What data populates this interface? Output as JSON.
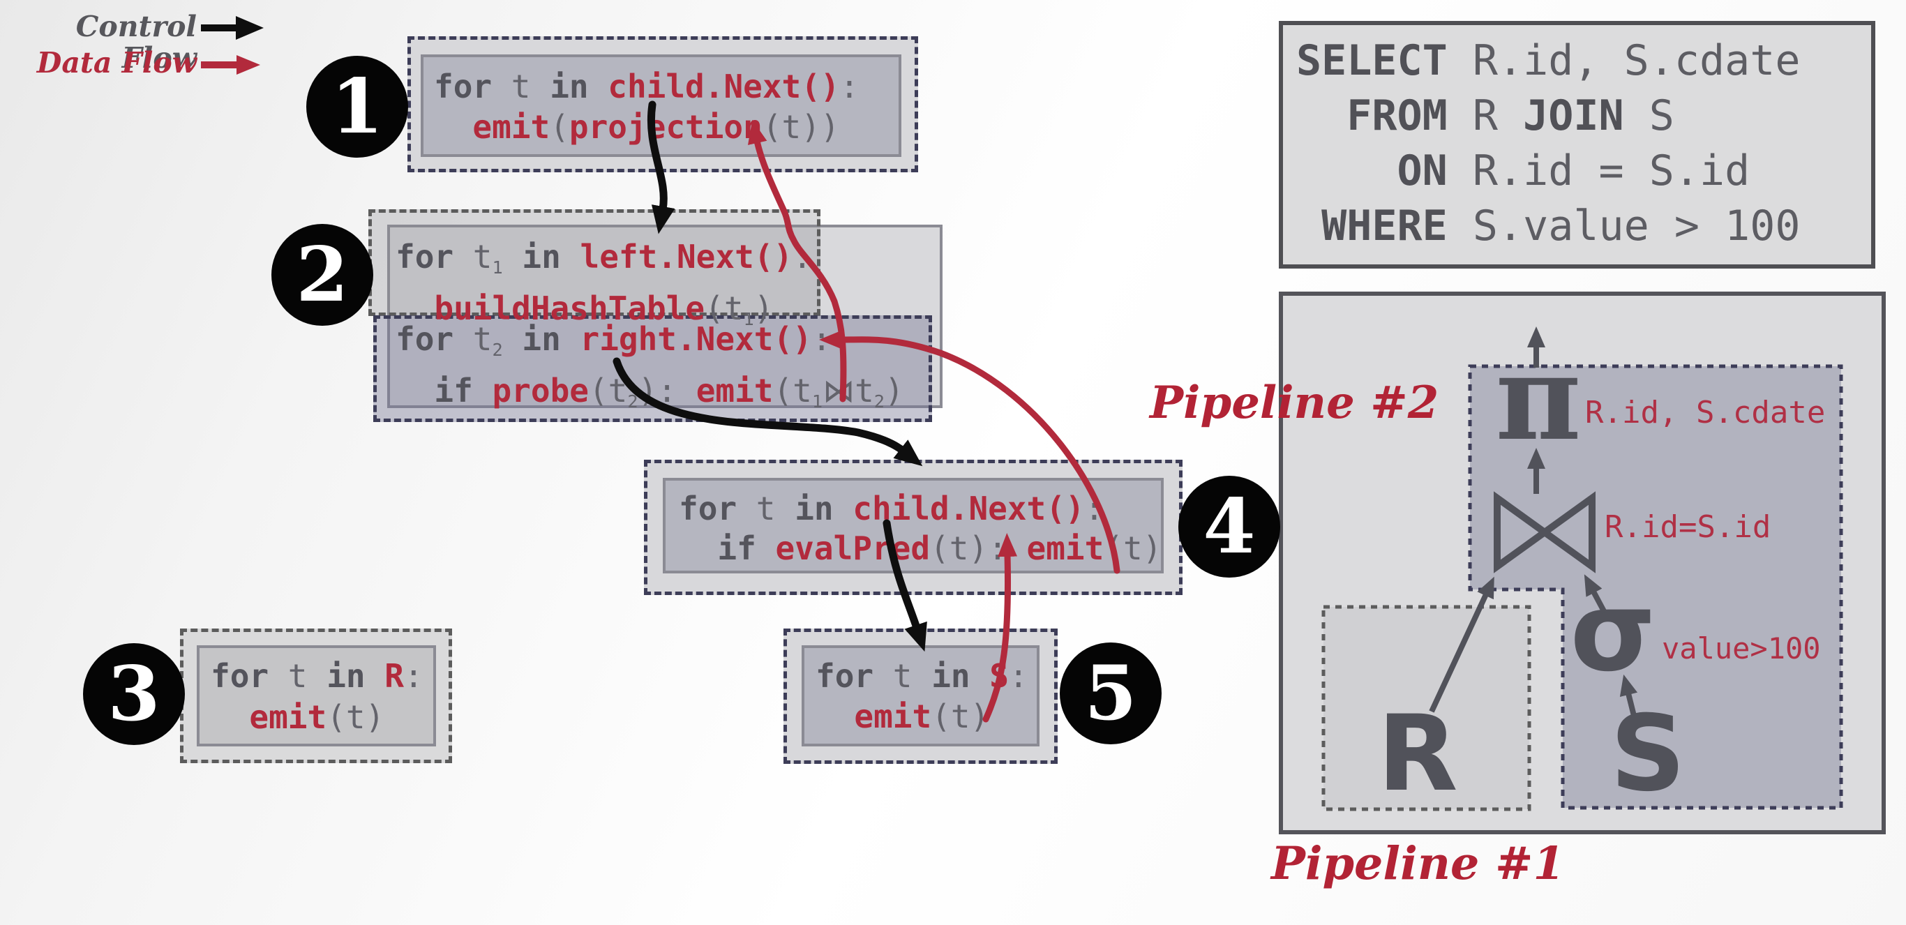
{
  "legend": {
    "control_flow_label": "Control Flow",
    "data_flow_label": "Data Flow"
  },
  "colors": {
    "control_flow_black": "#0e0e0e",
    "data_flow_red": "#b22a3c",
    "pipeline_dash_navy": "#3d3d58",
    "pipeline_dash_gray": "#5c5c5c",
    "operator_gray": "#51525a",
    "plan_label_red": "#b03045"
  },
  "step_badges": {
    "projection": "1",
    "hash_join": "2",
    "scan_r": "3",
    "filter": "4",
    "scan_s": "5"
  },
  "code_boxes": {
    "projection": {
      "lines": [
        [
          {
            "t": "for",
            "c": "k"
          },
          {
            "t": " t ",
            "c": "p"
          },
          {
            "t": "in",
            "c": "k"
          },
          {
            "t": " ",
            "c": "p"
          },
          {
            "t": "child.Next()",
            "c": "f"
          },
          {
            "t": ":",
            "c": "p"
          }
        ],
        [
          {
            "t": "  ",
            "c": "p"
          },
          {
            "t": "emit",
            "c": "f"
          },
          {
            "t": "(",
            "c": "p"
          },
          {
            "t": "projection",
            "c": "f"
          },
          {
            "t": "(t))",
            "c": "p"
          }
        ]
      ]
    },
    "hash_join_build": {
      "lines": [
        [
          {
            "t": "for",
            "c": "k"
          },
          {
            "t": " t",
            "c": "p"
          },
          {
            "t": "1",
            "c": "s"
          },
          {
            "t": " ",
            "c": "p"
          },
          {
            "t": "in",
            "c": "k"
          },
          {
            "t": " ",
            "c": "p"
          },
          {
            "t": "left.Next()",
            "c": "f"
          },
          {
            "t": ":",
            "c": "p"
          }
        ],
        [
          {
            "t": "  ",
            "c": "p"
          },
          {
            "t": "buildHashTable",
            "c": "f"
          },
          {
            "t": "(t",
            "c": "p"
          },
          {
            "t": "1",
            "c": "s"
          },
          {
            "t": ")",
            "c": "p"
          }
        ]
      ]
    },
    "hash_join_probe": {
      "lines": [
        [
          {
            "t": "for",
            "c": "k"
          },
          {
            "t": " t",
            "c": "p"
          },
          {
            "t": "2",
            "c": "s"
          },
          {
            "t": " ",
            "c": "p"
          },
          {
            "t": "in",
            "c": "k"
          },
          {
            "t": " ",
            "c": "p"
          },
          {
            "t": "right.Next()",
            "c": "f"
          },
          {
            "t": ":",
            "c": "p"
          }
        ],
        [
          {
            "t": "  ",
            "c": "p"
          },
          {
            "t": "if",
            "c": "k"
          },
          {
            "t": " ",
            "c": "p"
          },
          {
            "t": "probe",
            "c": "f"
          },
          {
            "t": "(t",
            "c": "p"
          },
          {
            "t": "2",
            "c": "s"
          },
          {
            "t": "): ",
            "c": "p"
          },
          {
            "t": "emit",
            "c": "f"
          },
          {
            "t": "(t",
            "c": "p"
          },
          {
            "t": "1",
            "c": "s"
          },
          {
            "t": "⋈t",
            "c": "p"
          },
          {
            "t": "2",
            "c": "s"
          },
          {
            "t": ")",
            "c": "p"
          }
        ]
      ]
    },
    "scan_r": {
      "lines": [
        [
          {
            "t": "for",
            "c": "k"
          },
          {
            "t": " t ",
            "c": "p"
          },
          {
            "t": "in",
            "c": "k"
          },
          {
            "t": " ",
            "c": "p"
          },
          {
            "t": "R",
            "c": "f"
          },
          {
            "t": ":",
            "c": "p"
          }
        ],
        [
          {
            "t": "  ",
            "c": "p"
          },
          {
            "t": "emit",
            "c": "f"
          },
          {
            "t": "(t)",
            "c": "p"
          }
        ]
      ]
    },
    "filter": {
      "lines": [
        [
          {
            "t": "for",
            "c": "k"
          },
          {
            "t": " t ",
            "c": "p"
          },
          {
            "t": "in",
            "c": "k"
          },
          {
            "t": " ",
            "c": "p"
          },
          {
            "t": "child.Next()",
            "c": "f"
          },
          {
            "t": ":",
            "c": "p"
          }
        ],
        [
          {
            "t": "  ",
            "c": "p"
          },
          {
            "t": "if",
            "c": "k"
          },
          {
            "t": " ",
            "c": "p"
          },
          {
            "t": "evalPred",
            "c": "f"
          },
          {
            "t": "(t): ",
            "c": "p"
          },
          {
            "t": "emit",
            "c": "f"
          },
          {
            "t": "(t)",
            "c": "p"
          }
        ]
      ]
    },
    "scan_s": {
      "lines": [
        [
          {
            "t": "for",
            "c": "k"
          },
          {
            "t": " t ",
            "c": "p"
          },
          {
            "t": "in",
            "c": "k"
          },
          {
            "t": " ",
            "c": "p"
          },
          {
            "t": "S",
            "c": "f"
          },
          {
            "t": ":",
            "c": "p"
          }
        ],
        [
          {
            "t": "  ",
            "c": "p"
          },
          {
            "t": "emit",
            "c": "f"
          },
          {
            "t": "(t)",
            "c": "p"
          }
        ]
      ]
    }
  },
  "sql_query": {
    "lines": [
      [
        {
          "t": "SELECT",
          "c": "b"
        },
        {
          "t": " R.id, S.cdate",
          "c": "p"
        }
      ],
      [
        {
          "t": "  ",
          "c": "p"
        },
        {
          "t": "FROM",
          "c": "b"
        },
        {
          "t": " R ",
          "c": "p"
        },
        {
          "t": "JOIN",
          "c": "b"
        },
        {
          "t": " S",
          "c": "p"
        }
      ],
      [
        {
          "t": "    ",
          "c": "p"
        },
        {
          "t": "ON",
          "c": "b"
        },
        {
          "t": " R.id = S.id",
          "c": "p"
        }
      ],
      [
        {
          "t": " ",
          "c": "p"
        },
        {
          "t": "WHERE",
          "c": "b"
        },
        {
          "t": " S.value > 100",
          "c": "p"
        }
      ]
    ]
  },
  "plan": {
    "projection_symbol": "π",
    "projection_columns": "R.id, S.cdate",
    "join_symbol": "⋈",
    "join_predicate": "R.id=S.id",
    "selection_symbol": "σ",
    "selection_predicate": "value>100",
    "table_r": "R",
    "table_s": "S",
    "pipeline_1_label": "Pipeline #1",
    "pipeline_2_label": "Pipeline #2"
  }
}
